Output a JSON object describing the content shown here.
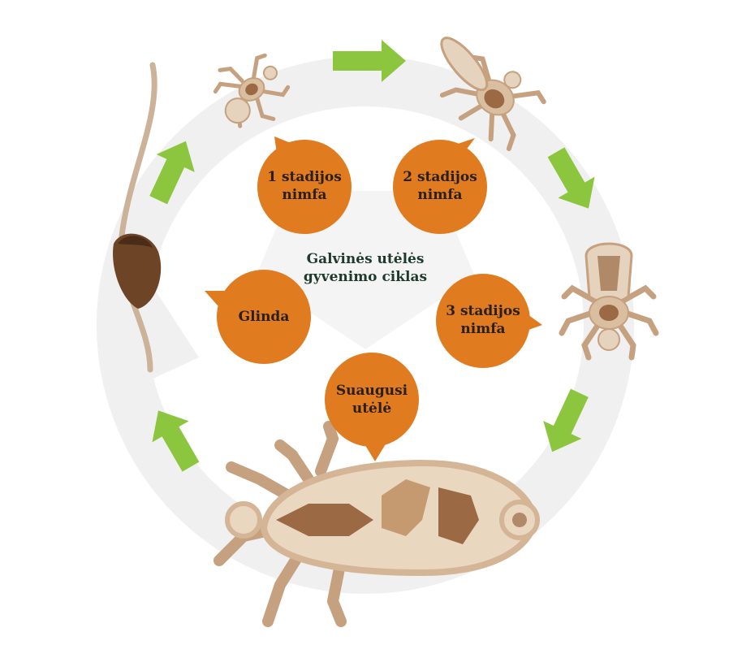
{
  "diagram": {
    "title": "Galvinės utėlės gyvenimo ciklas",
    "stages": [
      {
        "id": "nymph1",
        "label_line1": "1 stadijos",
        "label_line2": "nimfa"
      },
      {
        "id": "nymph2",
        "label_line1": "2 stadijos",
        "label_line2": "nimfa"
      },
      {
        "id": "nymph3",
        "label_line1": "3 stadijos",
        "label_line2": "nimfa"
      },
      {
        "id": "adult",
        "label_line1": "Suaugusi",
        "label_line2": "utėlė"
      },
      {
        "id": "nit",
        "label_line1": "Glinda",
        "label_line2": ""
      }
    ],
    "colors": {
      "bubble": "#e07b1f",
      "arrow": "#8cc63f",
      "ring": "#eeeeee",
      "louse_light": "#d9bea0",
      "louse_dark": "#9b6a45",
      "outline": "#c5a17f",
      "nit": "#6e4427",
      "hair": "#cbb298"
    }
  }
}
